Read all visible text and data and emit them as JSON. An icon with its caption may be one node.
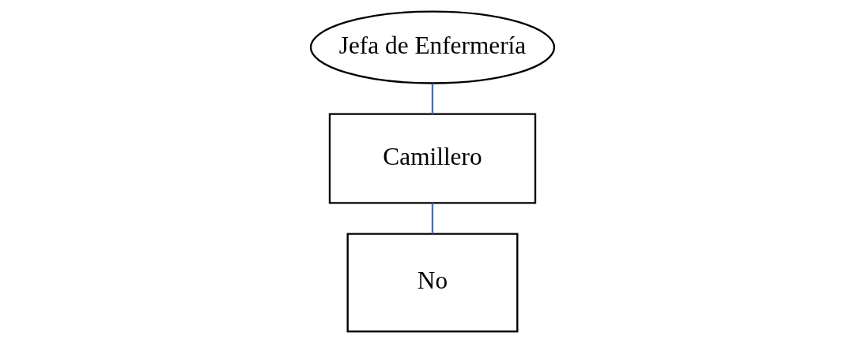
{
  "diagram": {
    "nodes": [
      {
        "text": [
          "Jefa de Enfermería"
        ]
      },
      {
        "text": [
          "Camillero"
        ]
      },
      {
        "text": [
          "No"
        ]
      }
    ],
    "edges": [
      {
        "from": 0,
        "to": 1,
        "arrow": "none"
      },
      {
        "from": 1,
        "to": 2,
        "arrow": "none"
      }
    ]
  }
}
